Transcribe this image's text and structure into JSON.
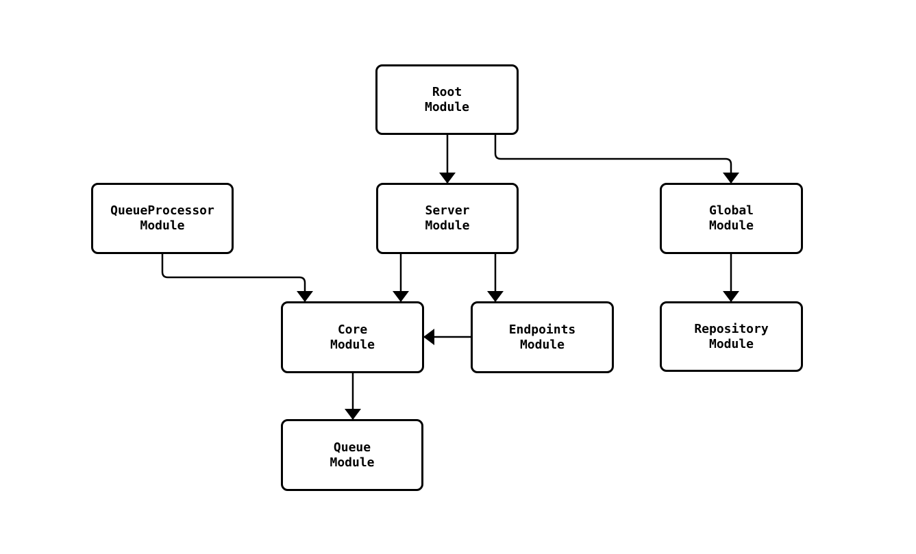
{
  "diagram": {
    "type": "module-dependency-graph",
    "background_color": "#ffffff",
    "node_border_color": "#000000",
    "node_fill_color": "#ffffff",
    "edge_color": "#000000",
    "text_color": "#000000",
    "nodes": [
      {
        "id": "root",
        "line1": "Root",
        "line2": "Module"
      },
      {
        "id": "queueprocessor",
        "line1": "QueueProcessor",
        "line2": "Module"
      },
      {
        "id": "server",
        "line1": "Server",
        "line2": "Module"
      },
      {
        "id": "global",
        "line1": "Global",
        "line2": "Module"
      },
      {
        "id": "core",
        "line1": "Core",
        "line2": "Module"
      },
      {
        "id": "endpoints",
        "line1": "Endpoints",
        "line2": "Module"
      },
      {
        "id": "repository",
        "line1": "Repository",
        "line2": "Module"
      },
      {
        "id": "queue",
        "line1": "Queue",
        "line2": "Module"
      }
    ],
    "edges": [
      {
        "from": "root",
        "to": "server"
      },
      {
        "from": "root",
        "to": "global"
      },
      {
        "from": "queueprocessor",
        "to": "core"
      },
      {
        "from": "server",
        "to": "core"
      },
      {
        "from": "server",
        "to": "endpoints"
      },
      {
        "from": "endpoints",
        "to": "core"
      },
      {
        "from": "global",
        "to": "repository"
      },
      {
        "from": "core",
        "to": "queue"
      }
    ]
  }
}
